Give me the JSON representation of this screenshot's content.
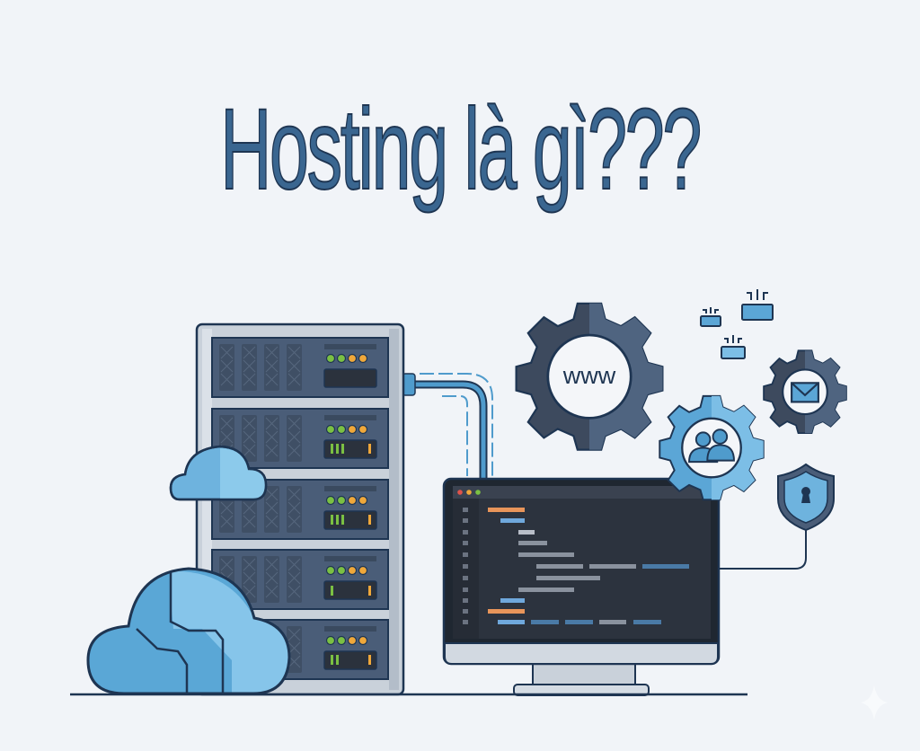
{
  "title": "Hosting là gì???",
  "illustration": {
    "server_rack": {
      "units": 5,
      "led_colors": [
        "#7bc043",
        "#7bc043",
        "#f0a83a",
        "#f0a83a"
      ]
    },
    "gear_www": {
      "label": "www"
    },
    "icons": [
      "server-rack-icon",
      "cloud-icon",
      "monitor-code-editor-icon",
      "www-gear-icon",
      "users-gear-icon",
      "email-gear-icon",
      "shield-lock-icon",
      "network-node-icon"
    ],
    "colors": {
      "navy": "#1e3552",
      "slate": "#4a5d78",
      "light_blue": "#7cc0e6",
      "mid_blue": "#4f9bcc",
      "panel": "#d2d9e1",
      "screen": "#2b323d",
      "orange": "#e8955a"
    }
  },
  "watermark": {
    "icon": "sparkle-icon"
  }
}
